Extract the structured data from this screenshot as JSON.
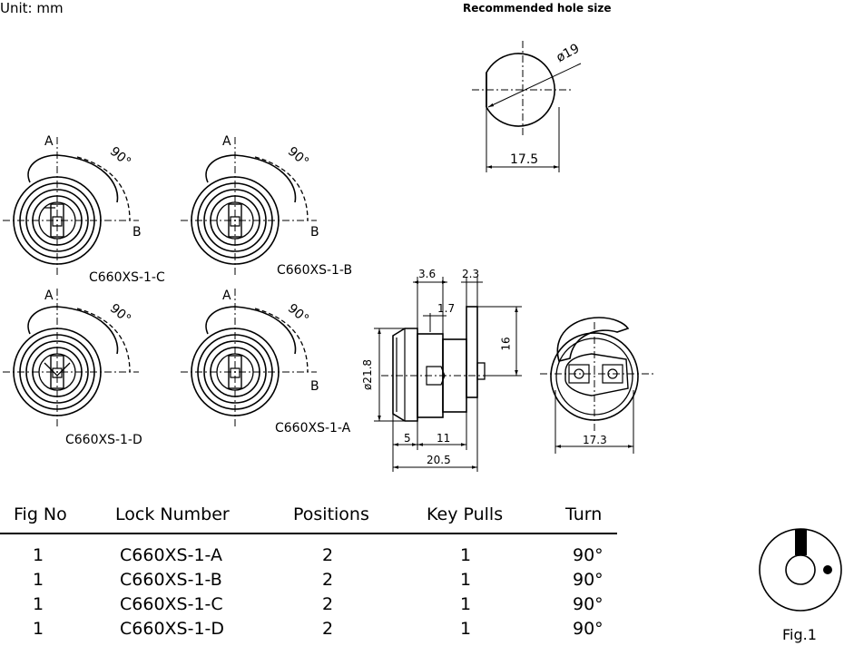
{
  "header": {
    "unit": "Unit:  mm",
    "hole_title": "Recommended hole size"
  },
  "hole": {
    "diameter": "ø19",
    "width": "17.5"
  },
  "views": [
    {
      "label": "C660XS-1-C",
      "a": "A",
      "b": "B",
      "angle": "90°"
    },
    {
      "label": "C660XS-1-B",
      "a": "A",
      "b": "B",
      "angle": "90°"
    },
    {
      "label": "C660XS-1-D",
      "a": "A",
      "b": "",
      "angle": "90°"
    },
    {
      "label": "C660XS-1-A",
      "a": "A",
      "b": "B",
      "angle": "90°"
    }
  ],
  "side_dims": {
    "d1": "3.6",
    "d2": "2.3",
    "d3": "1.7",
    "d4": "16",
    "d5": "ø21.8",
    "d6": "5",
    "d7": "11",
    "d8": "20.5"
  },
  "rear_dims": {
    "width": "17.3"
  },
  "table": {
    "headers": [
      "Fig  No",
      "Lock  Number",
      "Positions",
      "Key  Pulls",
      "Turn"
    ],
    "rows": [
      [
        "1",
        "C660XS-1-A",
        "2",
        "1",
        "90°"
      ],
      [
        "1",
        "C660XS-1-B",
        "2",
        "1",
        "90°"
      ],
      [
        "1",
        "C660XS-1-C",
        "2",
        "1",
        "90°"
      ],
      [
        "1",
        "C660XS-1-D",
        "2",
        "1",
        "90°"
      ]
    ]
  },
  "fig": {
    "caption": "Fig.1"
  }
}
